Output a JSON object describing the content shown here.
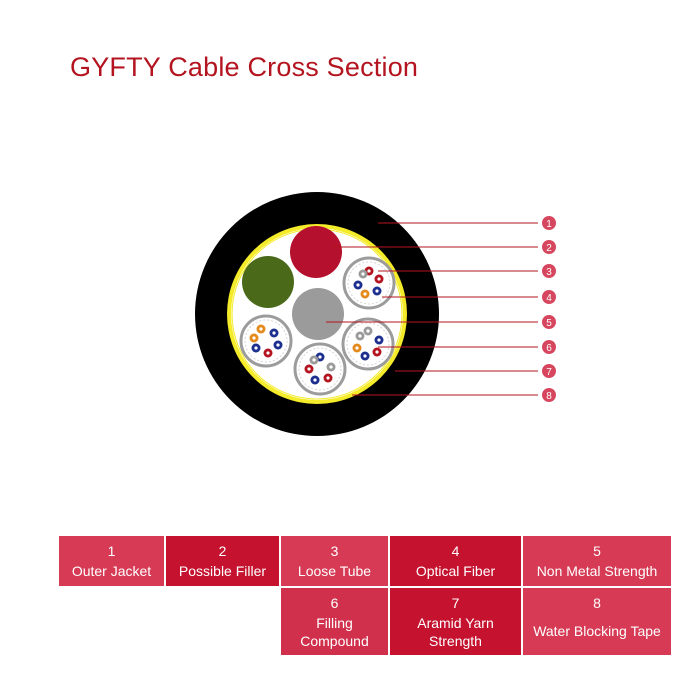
{
  "title": "GYFTY Cable Cross Section",
  "callouts": [
    "1",
    "2",
    "3",
    "4",
    "5",
    "6",
    "7",
    "8"
  ],
  "legend": [
    {
      "num": "1",
      "label": "Outer Jacket"
    },
    {
      "num": "2",
      "label": "Possible Filler"
    },
    {
      "num": "3",
      "label": "Loose Tube"
    },
    {
      "num": "4",
      "label": "Optical Fiber"
    },
    {
      "num": "5",
      "label": "Non Metal Strength"
    },
    {
      "num": "6",
      "label": "Filling Compound"
    },
    {
      "num": "7",
      "label": "Aramid Yarn Strength"
    },
    {
      "num": "8",
      "label": "Water Blocking Tape"
    }
  ],
  "colors": {
    "accent": "#b3141f",
    "jacket": "#000000",
    "tape": "#f2e21a",
    "filler_red": "#b5102e",
    "filler_green": "#4a6a1a",
    "strength_member": "#9b9b9b",
    "tube": "#9c9c9c",
    "callout_bg": "#d6475f",
    "fiber_colors": [
      "#1c2f8f",
      "#b3141f",
      "#e58a1c",
      "#9b9b9b"
    ]
  }
}
